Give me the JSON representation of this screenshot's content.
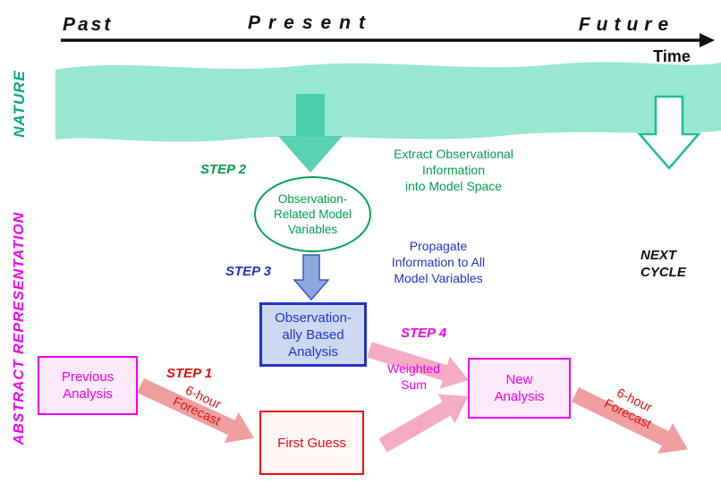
{
  "colors": {
    "band": "#86e3c8",
    "teal_arrow": "#3cc9a5",
    "teal_outline": "#1fbd95",
    "green": "#009e4f",
    "nature_green": "#0aa87c",
    "blue": "#2233cc",
    "blue_arrow_fill": "#8da8dc",
    "blue_arrow_stroke": "#3b57c4",
    "magenta": "#ee00ee",
    "red": "#e81010",
    "salmon_arrow": "#f09f9f",
    "pink_arrow": "#f5abc3",
    "axis_black": "#111111"
  },
  "timeline": {
    "past": "Past",
    "present": "Present",
    "future": "Future",
    "time": "Time"
  },
  "side_labels": {
    "nature": "NATURE",
    "abstract": "ABSTRACT REPRESENTATION"
  },
  "steps": {
    "step1": "STEP 1",
    "step2": "STEP 2",
    "step3": "STEP 3",
    "step4": "STEP 4"
  },
  "annotations": {
    "extract": {
      "lines": [
        "Extract Observational",
        "Information",
        "into Model Space"
      ]
    },
    "propagate": {
      "lines": [
        "Propagate",
        "Information to All",
        "Model Variables"
      ]
    },
    "weighted": {
      "lines": [
        "Weighted",
        "Sum"
      ]
    },
    "next_cycle": {
      "lines": [
        "NEXT",
        "CYCLE"
      ]
    },
    "forecast1": {
      "lines": [
        "6-hour",
        "Forecast"
      ]
    },
    "forecast2": {
      "lines": [
        "6-hour",
        "Forecast"
      ]
    }
  },
  "nodes": {
    "obs_related": {
      "lines": [
        "Observation-",
        "Related Model",
        "Variables"
      ]
    },
    "obs_based": {
      "lines": [
        "Observation-",
        "ally Based",
        "Analysis"
      ]
    },
    "previous": {
      "lines": [
        "Previous",
        "Analysis"
      ]
    },
    "first_guess": {
      "lines": [
        "First Guess"
      ]
    },
    "new_analysis": {
      "lines": [
        "New",
        "Analysis"
      ]
    }
  }
}
